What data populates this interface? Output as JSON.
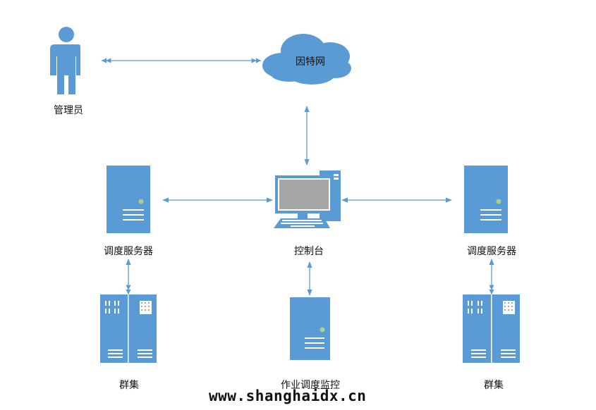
{
  "colors": {
    "primary": "#5b9bd5",
    "connector": "#5b9bd5",
    "monitor_screen": "#a6a6a6",
    "led": "#a9d18e",
    "stripe": "#ffffff"
  },
  "nodes": {
    "admin": {
      "label": "管理员",
      "icon": "person-icon"
    },
    "internet": {
      "label": "因特网",
      "icon": "cloud-icon"
    },
    "console": {
      "label": "控制台",
      "icon": "desktop-computer-icon"
    },
    "scheduler_left": {
      "label": "调度服务器",
      "icon": "server-icon"
    },
    "scheduler_right": {
      "label": "调度服务器",
      "icon": "server-icon"
    },
    "cluster_left": {
      "label": "群集",
      "icon": "server-rack-icon"
    },
    "cluster_right": {
      "label": "群集",
      "icon": "server-rack-icon"
    },
    "job_monitor": {
      "label": "作业调度监控",
      "icon": "server-icon"
    }
  },
  "edges": [
    {
      "from": "admin",
      "to": "internet",
      "type": "bidirectional"
    },
    {
      "from": "internet",
      "to": "console",
      "type": "bidirectional"
    },
    {
      "from": "scheduler_left",
      "to": "console",
      "type": "bidirectional"
    },
    {
      "from": "console",
      "to": "scheduler_right",
      "type": "bidirectional"
    },
    {
      "from": "scheduler_left",
      "to": "cluster_left",
      "type": "bidirectional"
    },
    {
      "from": "console",
      "to": "job_monitor",
      "type": "bidirectional"
    },
    {
      "from": "scheduler_right",
      "to": "cluster_right",
      "type": "bidirectional"
    }
  ],
  "watermark": "www.shanghaidx.cn"
}
